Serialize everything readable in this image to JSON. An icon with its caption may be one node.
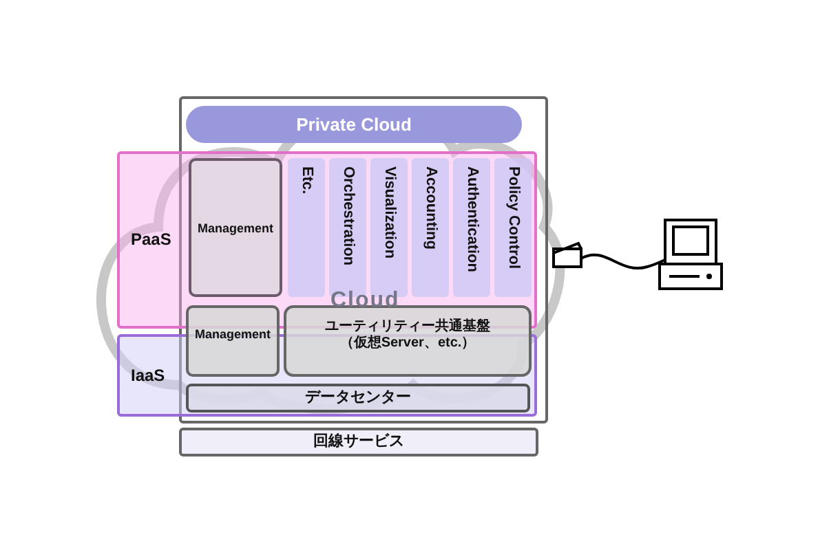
{
  "diagram": {
    "nodes": [
      {
        "text": [],
        "shape": "box"
      },
      {
        "text": [
          "Private Cloud"
        ],
        "in": 0
      },
      {
        "text": [
          "PaaS"
        ]
      },
      {
        "text": [
          "Management"
        ],
        "in": 2
      },
      {
        "text": [
          "Etc."
        ],
        "in": 2
      },
      {
        "text": [
          "Orchestration"
        ],
        "in": 2
      },
      {
        "text": [
          "Visualization"
        ],
        "in": 2
      },
      {
        "text": [
          "Accounting"
        ],
        "in": 2
      },
      {
        "text": [
          "Authentication"
        ],
        "in": 2
      },
      {
        "text": [
          "Policy Control"
        ],
        "in": 2
      },
      {
        "text": [
          "IaaS"
        ]
      },
      {
        "text": [
          "Management"
        ],
        "in": 0
      },
      {
        "text": [
          "ユーティリティー共通基盤（仮想Server、etc.）"
        ],
        "in": 0
      },
      {
        "text": [
          "データセンター"
        ],
        "in": 10
      },
      {
        "text": [
          "回線サービス"
        ]
      }
    ],
    "labels": [
      "Cloud"
    ]
  }
}
